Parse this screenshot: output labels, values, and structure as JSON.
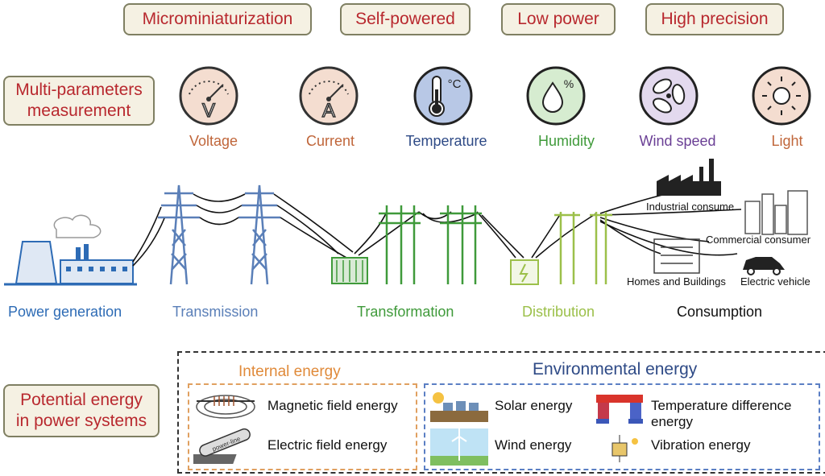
{
  "features": [
    "Microminiaturization",
    "Self-powered",
    "Low power",
    "High precision"
  ],
  "measurement": {
    "line1": "Multi-parameters",
    "line2": "measurement"
  },
  "parameters": [
    {
      "label": "Voltage",
      "color": "#c0663a",
      "symbol": "V"
    },
    {
      "label": "Current",
      "color": "#c0663a",
      "symbol": "A"
    },
    {
      "label": "Temperature",
      "color": "#2e4a86",
      "symbol": "°C"
    },
    {
      "label": "Humidity",
      "color": "#3f9a3a",
      "symbol": "%"
    },
    {
      "label": "Wind speed",
      "color": "#6a3f95",
      "symbol": ""
    },
    {
      "label": "Light",
      "color": "#c0663a",
      "symbol": ""
    }
  ],
  "stages": [
    {
      "label": "Power generation",
      "color": "#2d6bb5"
    },
    {
      "label": "Transmission",
      "color": "#5a7fb8"
    },
    {
      "label": "Transformation",
      "color": "#3f9a3a"
    },
    {
      "label": "Distribution",
      "color": "#9cc04a"
    },
    {
      "label": "Consumption",
      "color": "#111111"
    }
  ],
  "consumers": {
    "industrial": "Industrial consume",
    "commercial": "Commercial consumer",
    "homes": "Homes and Buildings",
    "vehicle": "Electric vehicle",
    "power_line": "power-line"
  },
  "potential": {
    "line1": "Potential energy",
    "line2": "in power systems"
  },
  "internal": {
    "title": "Internal energy",
    "title_color": "#e08a3a",
    "items": [
      "Magnetic field energy",
      "Electric field energy"
    ]
  },
  "environmental": {
    "title": "Environmental energy",
    "title_color": "#2e4a86",
    "items": [
      "Solar energy",
      "Wind energy",
      "Temperature difference energy",
      "Vibration energy"
    ]
  }
}
